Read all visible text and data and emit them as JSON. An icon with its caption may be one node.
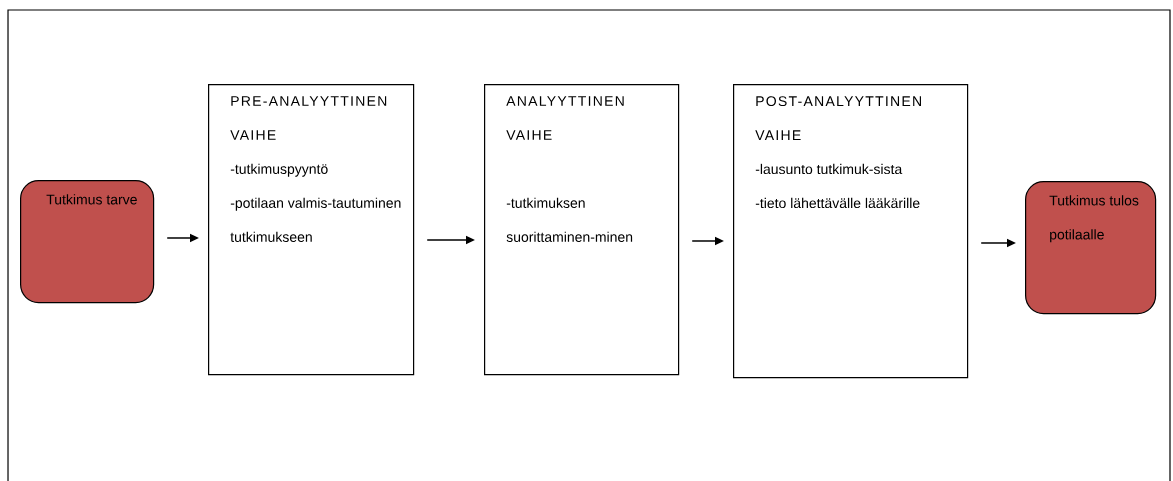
{
  "diagram": {
    "nodes": [
      {
        "text": [
          "Tutkimus tarve"
        ]
      },
      {
        "text": [
          "PRE-ANALYYTTINEN VAIHE",
          "-tutkimuspyyntö",
          "-potilaan valmis-tautuminen tutkimukseen"
        ]
      },
      {
        "text": [
          "ANALYYTTINEN VAIHE",
          "-tutkimuksen suorittaminen-minen"
        ]
      },
      {
        "text": [
          "POST-ANALYYTTINEN VAIHE",
          "-lausunto tutkimuk-sista",
          "-tieto lähettävälle lääkärille"
        ]
      },
      {
        "text": [
          "Tutkimus tulos potilaalle"
        ]
      }
    ],
    "edges": [
      {
        "from": 0,
        "to": 1,
        "arrow": "to"
      },
      {
        "from": 1,
        "to": 2,
        "arrow": "to"
      },
      {
        "from": 2,
        "to": 3,
        "arrow": "to"
      },
      {
        "from": 3,
        "to": 4,
        "arrow": "to"
      }
    ]
  }
}
